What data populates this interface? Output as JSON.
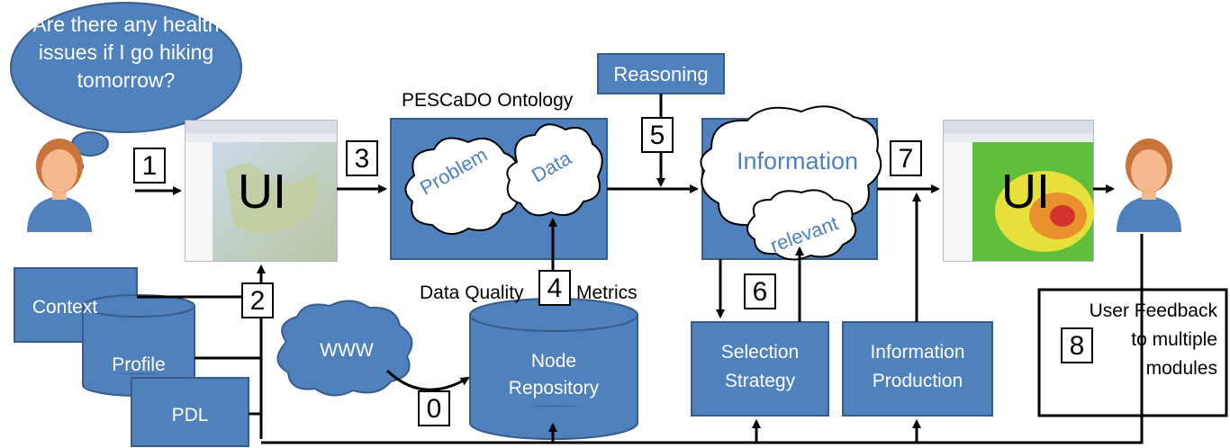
{
  "thought_bubble": {
    "text": "Are there any health issues if I go hiking tomorrow?",
    "lines": [
      "Are there any health",
      "issues if I go hiking",
      "tomorrow?"
    ]
  },
  "ui_label": "UI",
  "ontology_title": "PESCaDO Ontology",
  "problem_label": "Problem",
  "data_label": "Data",
  "reasoning_label": "Reasoning",
  "information_label": "Information",
  "relevant_label": "relevant",
  "data_quality_label": "Data Quality",
  "metrics_label": "Metrics",
  "context_label": "Context",
  "profile_label": "Profile",
  "pdl_label": "PDL",
  "www_label": "WWW",
  "node_repository": [
    "Node",
    "Repository"
  ],
  "selection_strategy": [
    "Selection",
    "Strategy"
  ],
  "information_production": [
    "Information",
    "Production"
  ],
  "user_feedback": [
    "User Feedback",
    "to multiple",
    "modules"
  ],
  "steps": {
    "s0": "0",
    "s1": "1",
    "s2": "2",
    "s3": "3",
    "s4": "4",
    "s5": "5",
    "s6": "6",
    "s7": "7",
    "s8": "8"
  },
  "colors": {
    "block_fill": "#4f81bd",
    "block_stroke": "#385d8a",
    "cloud_text": "#4f81bd",
    "arrow": "#000000",
    "skin": "#f5b98e",
    "hair": "#c8743a",
    "shirt": "#4f81bd"
  }
}
